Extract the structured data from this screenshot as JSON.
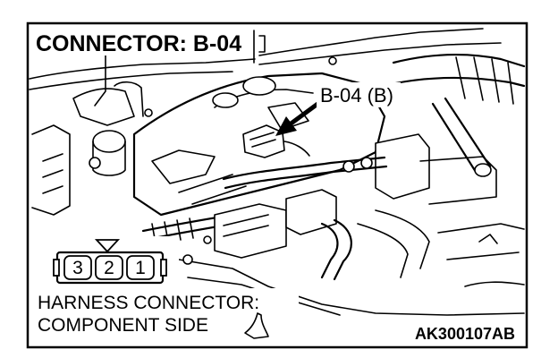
{
  "diagram": {
    "title": "CONNECTOR: B-04",
    "callout_label": "B-04 (B)",
    "connector_pins": [
      "3",
      "2",
      "1"
    ],
    "harness_line1": "HARNESS CONNECTOR:",
    "harness_line2": "COMPONENT SIDE",
    "figure_code": "AK300107AB"
  }
}
